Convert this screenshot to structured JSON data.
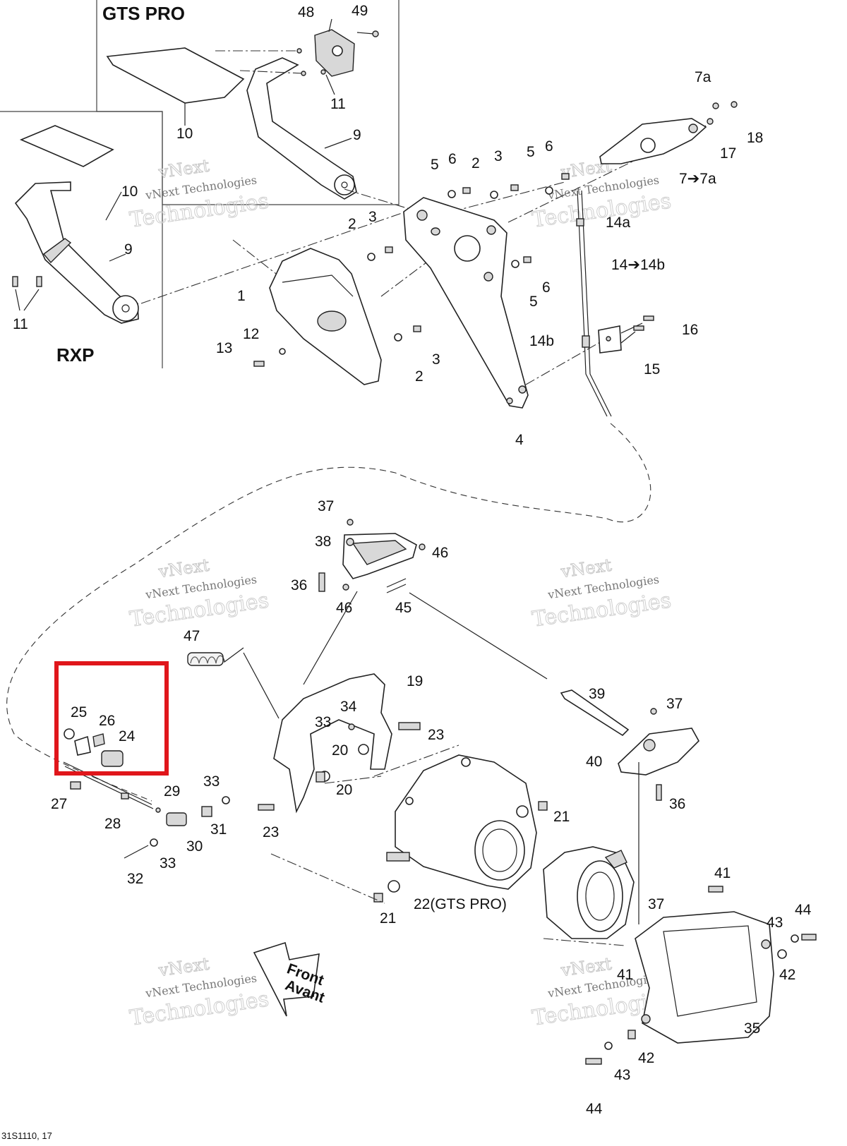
{
  "diagram": {
    "insets": {
      "gts_pro_title": "GTS PRO",
      "rxp_title": "RXP"
    },
    "callouts": [
      {
        "id": "c1",
        "text": "48"
      },
      {
        "id": "c2",
        "text": "49"
      },
      {
        "id": "c3",
        "text": "11"
      },
      {
        "id": "c4",
        "text": "10"
      },
      {
        "id": "c5",
        "text": "9"
      },
      {
        "id": "c6",
        "text": "10"
      },
      {
        "id": "c7",
        "text": "9"
      },
      {
        "id": "c8",
        "text": "11"
      },
      {
        "id": "c9",
        "text": "7a"
      },
      {
        "id": "c10",
        "text": "18"
      },
      {
        "id": "c11",
        "text": "17"
      },
      {
        "id": "c12",
        "text": "7➔7a"
      },
      {
        "id": "c13",
        "text": "5"
      },
      {
        "id": "c14",
        "text": "6"
      },
      {
        "id": "c15",
        "text": "2"
      },
      {
        "id": "c16",
        "text": "3"
      },
      {
        "id": "c17",
        "text": "5"
      },
      {
        "id": "c18",
        "text": "6"
      },
      {
        "id": "c19",
        "text": "14a"
      },
      {
        "id": "c20",
        "text": "14➔14b"
      },
      {
        "id": "c21",
        "text": "2"
      },
      {
        "id": "c22",
        "text": "3"
      },
      {
        "id": "c23",
        "text": "6"
      },
      {
        "id": "c24",
        "text": "5"
      },
      {
        "id": "c25",
        "text": "1"
      },
      {
        "id": "c26",
        "text": "12"
      },
      {
        "id": "c27",
        "text": "13"
      },
      {
        "id": "c28",
        "text": "3"
      },
      {
        "id": "c29",
        "text": "2"
      },
      {
        "id": "c30",
        "text": "4"
      },
      {
        "id": "c31",
        "text": "16"
      },
      {
        "id": "c32",
        "text": "14b"
      },
      {
        "id": "c33",
        "text": "15"
      },
      {
        "id": "c34",
        "text": "37"
      },
      {
        "id": "c35",
        "text": "38"
      },
      {
        "id": "c36",
        "text": "46"
      },
      {
        "id": "c37",
        "text": "36"
      },
      {
        "id": "c38",
        "text": "46"
      },
      {
        "id": "c39",
        "text": "45"
      },
      {
        "id": "c40",
        "text": "47"
      },
      {
        "id": "c41",
        "text": "19"
      },
      {
        "id": "c42",
        "text": "34"
      },
      {
        "id": "c43",
        "text": "33"
      },
      {
        "id": "c44",
        "text": "23"
      },
      {
        "id": "c45",
        "text": "20"
      },
      {
        "id": "c46",
        "text": "20"
      },
      {
        "id": "c47",
        "text": "25"
      },
      {
        "id": "c48",
        "text": "26"
      },
      {
        "id": "c49",
        "text": "24"
      },
      {
        "id": "c50",
        "text": "27"
      },
      {
        "id": "c51",
        "text": "28"
      },
      {
        "id": "c52",
        "text": "29"
      },
      {
        "id": "c53",
        "text": "33"
      },
      {
        "id": "c54",
        "text": "31"
      },
      {
        "id": "c55",
        "text": "30"
      },
      {
        "id": "c56",
        "text": "33"
      },
      {
        "id": "c57",
        "text": "32"
      },
      {
        "id": "c58",
        "text": "23"
      },
      {
        "id": "c59",
        "text": "21"
      },
      {
        "id": "c60",
        "text": "22(GTS PRO)"
      },
      {
        "id": "c61",
        "text": "21"
      },
      {
        "id": "c62",
        "text": "39"
      },
      {
        "id": "c63",
        "text": "37"
      },
      {
        "id": "c64",
        "text": "40"
      },
      {
        "id": "c65",
        "text": "36"
      },
      {
        "id": "c66",
        "text": "41"
      },
      {
        "id": "c67",
        "text": "37"
      },
      {
        "id": "c68",
        "text": "44"
      },
      {
        "id": "c69",
        "text": "43"
      },
      {
        "id": "c70",
        "text": "42"
      },
      {
        "id": "c71",
        "text": "41"
      },
      {
        "id": "c72",
        "text": "35"
      },
      {
        "id": "c73",
        "text": "42"
      },
      {
        "id": "c74",
        "text": "43"
      },
      {
        "id": "c75",
        "text": "44"
      }
    ],
    "watermark": {
      "line1": "vNext",
      "line2": "vNext Technologies",
      "line3": "Technologies"
    },
    "front_arrow": {
      "line1": "Front",
      "line2": "Avant"
    },
    "footer_code": "31S1110, 17",
    "highlight_color": "#e0161b"
  }
}
